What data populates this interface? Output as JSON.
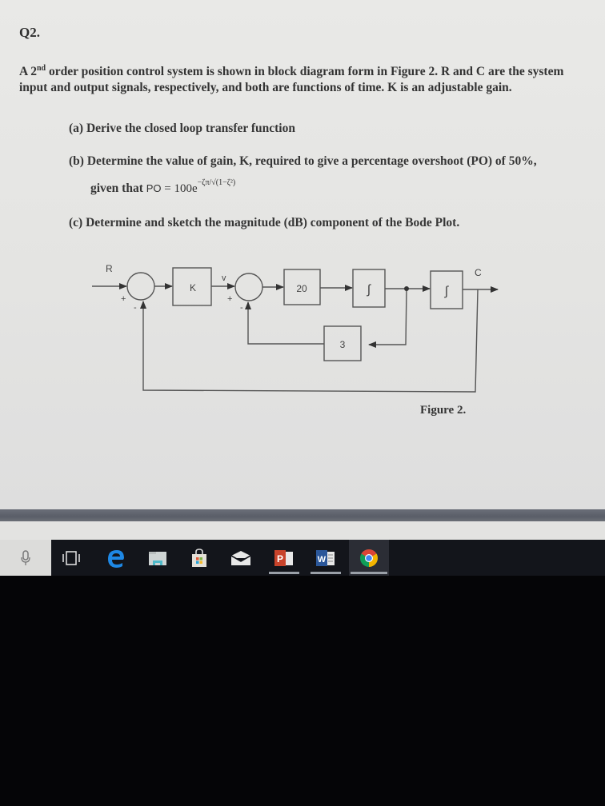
{
  "document": {
    "heading": "Q2.",
    "intro_prefix": "A 2",
    "intro_sup": "nd",
    "intro_rest": " order position control system is shown in block diagram form in Figure 2. R and C are the system input and output signals, respectively, and both are functions of time. K is an adjustable gain.",
    "parts": {
      "a": "(a) Derive the closed loop transfer function",
      "b": "(b) Determine the value of gain, K, required to give a percentage overshoot (PO) of 50%,",
      "b_given": "given that ",
      "b_formula_lhs": "PO",
      "b_formula_eq": " = 100e",
      "b_formula_exp": "−ζπ/√(1−ζ²)",
      "c": "(c) Determine and sketch the magnitude (dB) component of the Bode Plot."
    },
    "figure": {
      "caption": "Figure 2.",
      "labels": {
        "input": "R",
        "output": "C",
        "intermediate": "v",
        "gain_block": "K",
        "forward_block": "20",
        "integrator1": "∫",
        "integrator2": "∫",
        "feedback_block": "3",
        "sum1_plus": "+",
        "sum1_minus": "-",
        "sum2_plus": "+",
        "sum2_minus": "-"
      }
    }
  },
  "taskbar": {
    "items": [
      {
        "name": "cortana-mic",
        "label": "Cortana microphone"
      },
      {
        "name": "task-view",
        "label": "Task View"
      },
      {
        "name": "edge",
        "label": "Microsoft Edge"
      },
      {
        "name": "file-explorer",
        "label": "File Explorer"
      },
      {
        "name": "store",
        "label": "Microsoft Store"
      },
      {
        "name": "mail",
        "label": "Mail"
      },
      {
        "name": "powerpoint",
        "label": "PowerPoint",
        "text": "P"
      },
      {
        "name": "word",
        "label": "Word",
        "text": "W"
      },
      {
        "name": "chrome",
        "label": "Google Chrome"
      }
    ],
    "colors": {
      "background": "#13151b",
      "edge": "#1e88e5",
      "powerpoint": "#c8432b",
      "word": "#2b579a",
      "chrome_red": "#db4437",
      "chrome_yellow": "#f4b400",
      "chrome_green": "#0f9d58",
      "chrome_blue": "#4285f4"
    }
  }
}
